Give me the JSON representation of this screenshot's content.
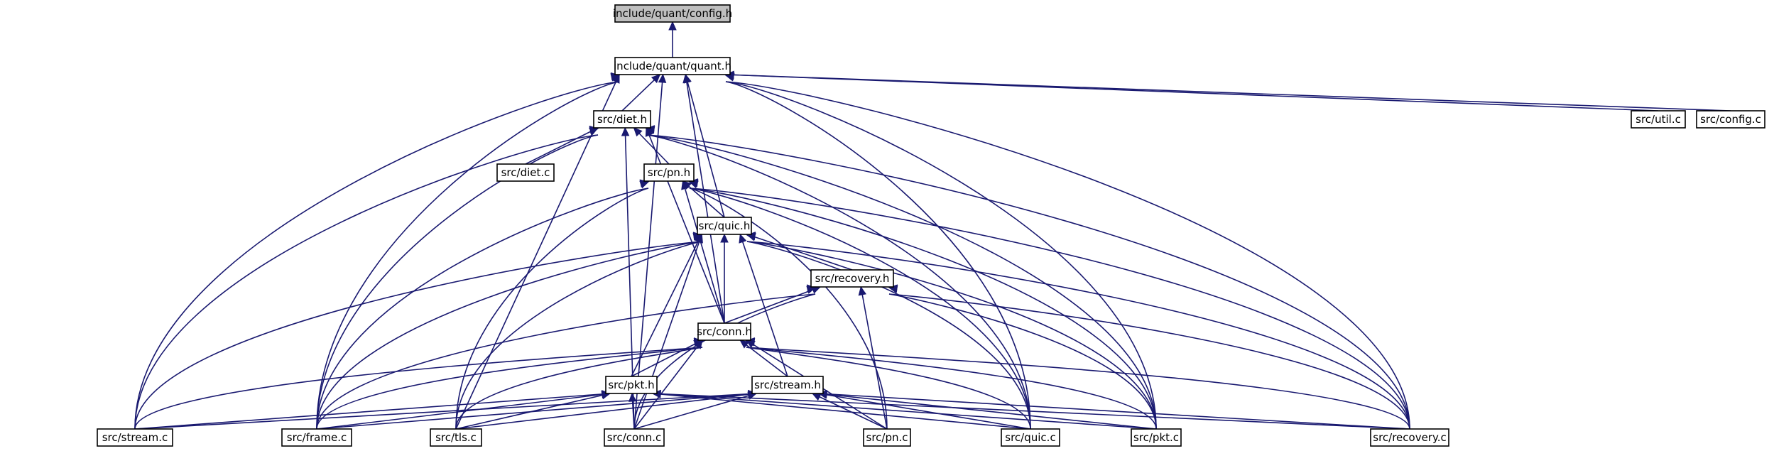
{
  "nodes": {
    "config_h": "include/quant/config.h",
    "quant_h": "include/quant/quant.h",
    "diet_h": "src/diet.h",
    "util_c": "src/util.c",
    "config_c": "src/config.c",
    "diet_c": "src/diet.c",
    "pn_h": "src/pn.h",
    "quic_h": "src/quic.h",
    "recovery_h": "src/recovery.h",
    "conn_h": "src/conn.h",
    "pkt_h": "src/pkt.h",
    "stream_h": "src/stream.h",
    "stream_c": "src/stream.c",
    "frame_c": "src/frame.c",
    "tls_c": "src/tls.c",
    "conn_c": "src/conn.c",
    "pn_c": "src/pn.c",
    "quic_c": "src/quic.c",
    "pkt_c": "src/pkt.c",
    "recovery_c": "src/recovery.c"
  },
  "root": "config_h",
  "edges": [
    [
      "quant_h",
      "config_h"
    ],
    [
      "diet_h",
      "quant_h"
    ],
    [
      "util_c",
      "quant_h"
    ],
    [
      "config_c",
      "quant_h"
    ],
    [
      "quic_h",
      "quant_h"
    ],
    [
      "conn_h",
      "quant_h"
    ],
    [
      "conn_c",
      "quant_h"
    ],
    [
      "tls_c",
      "quant_h"
    ],
    [
      "frame_c",
      "quant_h"
    ],
    [
      "stream_c",
      "quant_h"
    ],
    [
      "quic_c",
      "quant_h"
    ],
    [
      "pkt_c",
      "quant_h"
    ],
    [
      "recovery_c",
      "quant_h"
    ],
    [
      "diet_c",
      "diet_h"
    ],
    [
      "pn_h",
      "diet_h"
    ],
    [
      "conn_h",
      "diet_h"
    ],
    [
      "stream_c",
      "diet_h"
    ],
    [
      "frame_c",
      "diet_h"
    ],
    [
      "conn_c",
      "diet_h"
    ],
    [
      "quic_c",
      "diet_h"
    ],
    [
      "pkt_c",
      "diet_h"
    ],
    [
      "recovery_c",
      "diet_h"
    ],
    [
      "quic_h",
      "pn_h"
    ],
    [
      "conn_h",
      "pn_h"
    ],
    [
      "frame_c",
      "pn_h"
    ],
    [
      "tls_c",
      "pn_h"
    ],
    [
      "pn_c",
      "pn_h"
    ],
    [
      "quic_c",
      "pn_h"
    ],
    [
      "pkt_c",
      "pn_h"
    ],
    [
      "recovery_c",
      "pn_h"
    ],
    [
      "recovery_h",
      "quic_h"
    ],
    [
      "conn_h",
      "quic_h"
    ],
    [
      "pkt_h",
      "quic_h"
    ],
    [
      "stream_h",
      "quic_h"
    ],
    [
      "stream_c",
      "quic_h"
    ],
    [
      "frame_c",
      "quic_h"
    ],
    [
      "tls_c",
      "quic_h"
    ],
    [
      "conn_c",
      "quic_h"
    ],
    [
      "quic_c",
      "quic_h"
    ],
    [
      "pkt_c",
      "quic_h"
    ],
    [
      "recovery_c",
      "quic_h"
    ],
    [
      "conn_h",
      "recovery_h"
    ],
    [
      "frame_c",
      "recovery_h"
    ],
    [
      "conn_c",
      "recovery_h"
    ],
    [
      "pn_c",
      "recovery_h"
    ],
    [
      "pkt_c",
      "recovery_h"
    ],
    [
      "recovery_c",
      "recovery_h"
    ],
    [
      "pkt_h",
      "conn_h"
    ],
    [
      "stream_h",
      "conn_h"
    ],
    [
      "stream_c",
      "conn_h"
    ],
    [
      "frame_c",
      "conn_h"
    ],
    [
      "tls_c",
      "conn_h"
    ],
    [
      "conn_c",
      "conn_h"
    ],
    [
      "pn_c",
      "conn_h"
    ],
    [
      "quic_c",
      "conn_h"
    ],
    [
      "pkt_c",
      "conn_h"
    ],
    [
      "recovery_c",
      "conn_h"
    ],
    [
      "stream_c",
      "pkt_h"
    ],
    [
      "frame_c",
      "pkt_h"
    ],
    [
      "tls_c",
      "pkt_h"
    ],
    [
      "conn_c",
      "pkt_h"
    ],
    [
      "quic_c",
      "pkt_h"
    ],
    [
      "pkt_c",
      "pkt_h"
    ],
    [
      "recovery_c",
      "pkt_h"
    ],
    [
      "stream_c",
      "stream_h"
    ],
    [
      "frame_c",
      "stream_h"
    ],
    [
      "tls_c",
      "stream_h"
    ],
    [
      "conn_c",
      "stream_h"
    ],
    [
      "pn_c",
      "stream_h"
    ],
    [
      "quic_c",
      "stream_h"
    ],
    [
      "pkt_c",
      "stream_h"
    ],
    [
      "recovery_c",
      "stream_h"
    ]
  ],
  "colors": {
    "edge": "#191970",
    "root_fill": "#bfbfbf",
    "box_fill": "#ffffff",
    "box_stroke": "#000000"
  }
}
